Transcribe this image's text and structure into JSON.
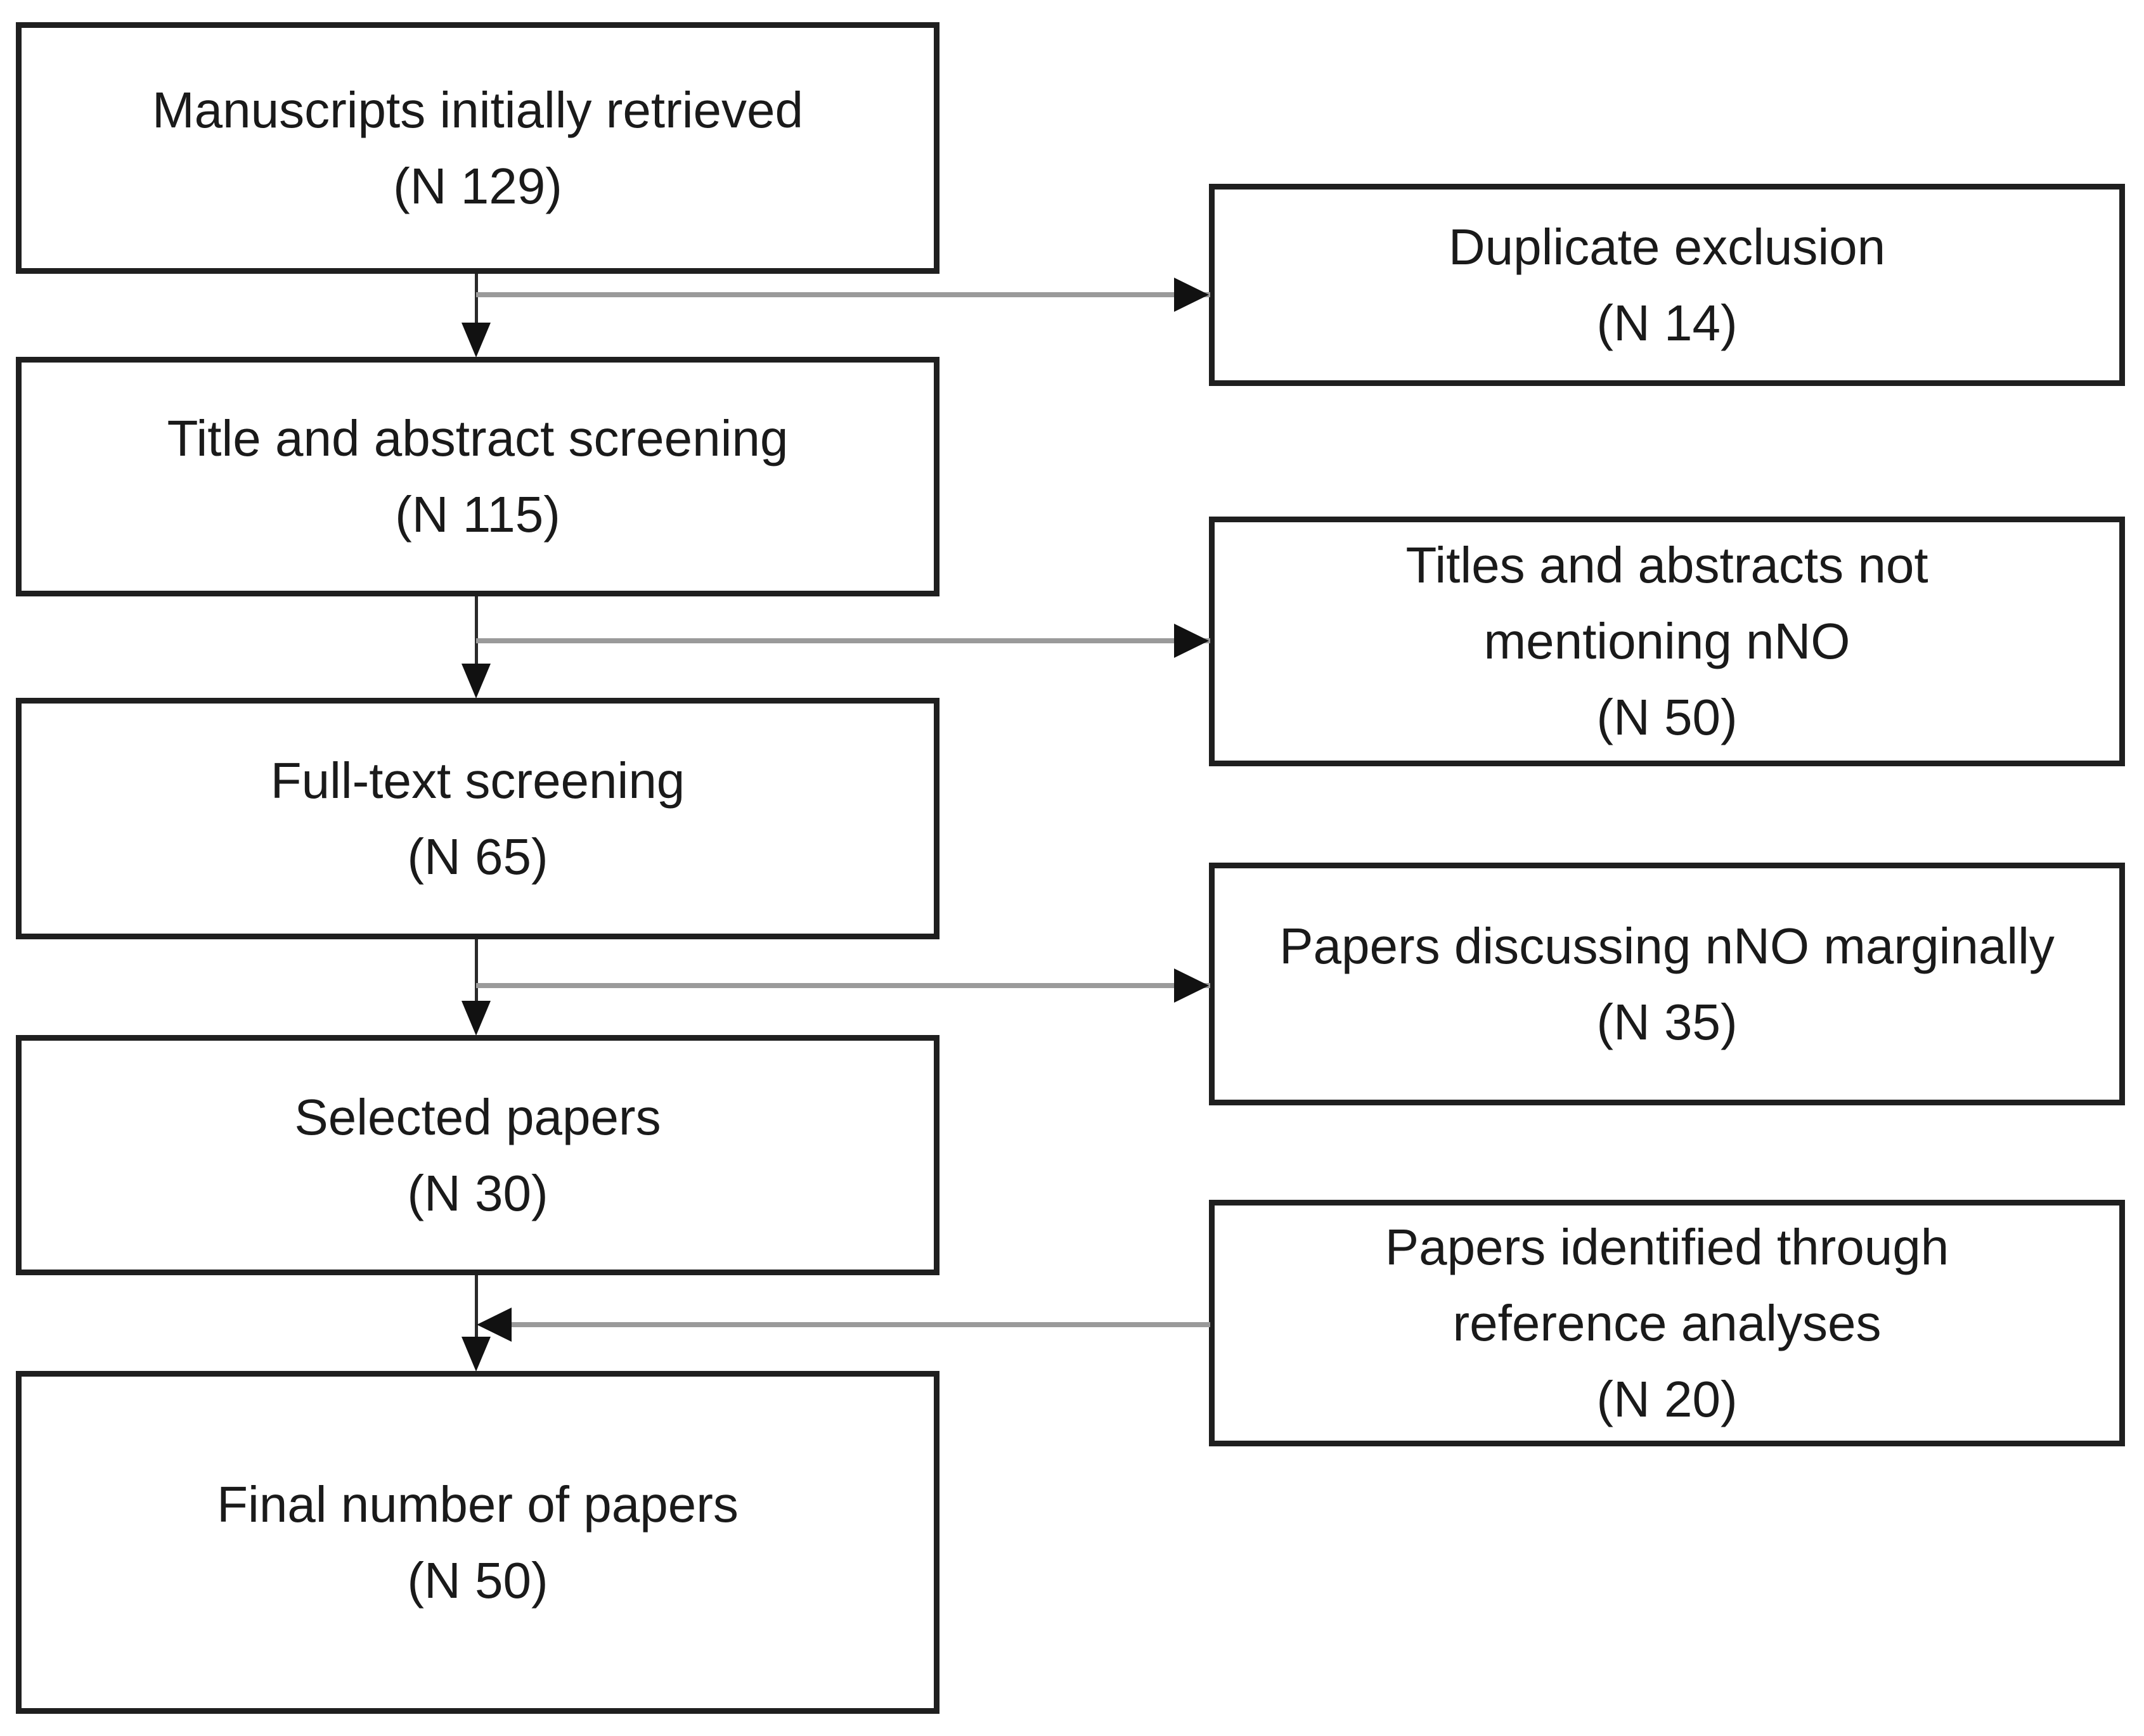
{
  "flow": {
    "main": [
      {
        "label": "Manuscripts initially retrieved",
        "count": "(N 129)"
      },
      {
        "label": "Title and abstract screening",
        "count": "(N 115)"
      },
      {
        "label": "Full-text screening",
        "count": "(N 65)"
      },
      {
        "label": "Selected papers",
        "count": "(N 30)"
      },
      {
        "label": "Final number of papers",
        "count": "(N 50)"
      }
    ],
    "side": [
      {
        "label": "Duplicate exclusion",
        "count": "(N 14)"
      },
      {
        "label": "Titles and abstracts not\nmentioning nNO",
        "count": "(N 50)"
      },
      {
        "label": "Papers discussing nNO marginally",
        "count": "(N 35)"
      },
      {
        "label": "Papers identified through\nreference analyses",
        "count": "(N 20)"
      }
    ]
  },
  "colors": {
    "box_border": "#1f1f1f",
    "background": "#ffffff",
    "text": "#1a1a1a",
    "vertical_line": "#2a2a2a",
    "horizontal_line": "#9a9a9a",
    "arrowhead": "#111111"
  }
}
